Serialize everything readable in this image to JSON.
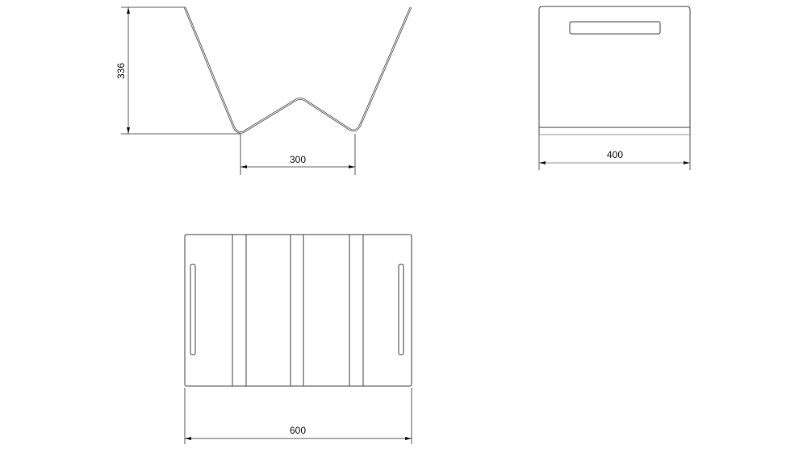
{
  "drawing": {
    "side_view": {
      "height_dim": "336",
      "width_dim": "300"
    },
    "front_view": {
      "width_dim": "400"
    },
    "top_view": {
      "width_dim": "600"
    }
  }
}
